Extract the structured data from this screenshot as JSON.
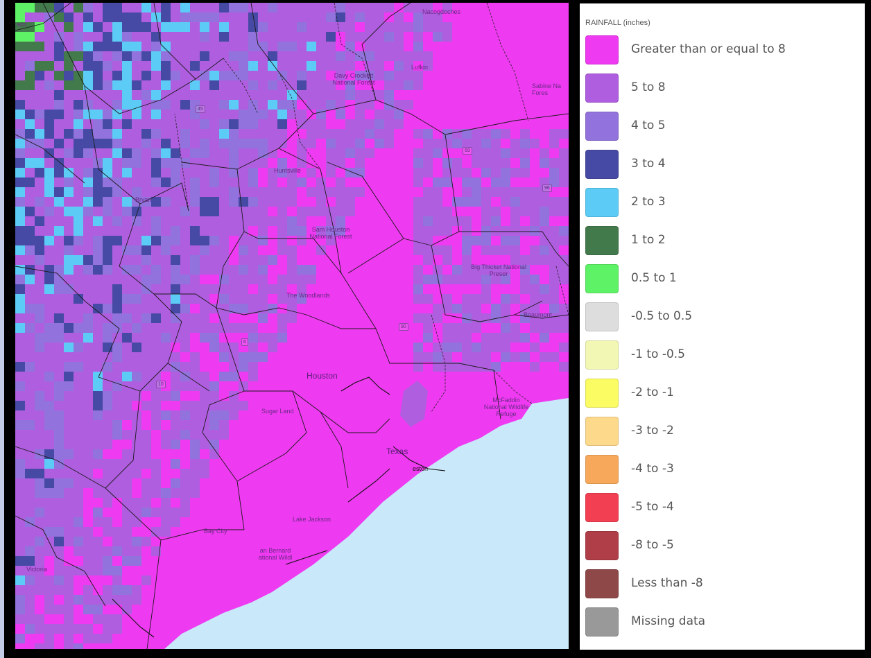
{
  "legend": {
    "title": "RAINFALL (inches)",
    "items": [
      {
        "label": "Greater than or equal to 8",
        "color": "#ee3af0"
      },
      {
        "label": "5 to 8",
        "color": "#b05ee0"
      },
      {
        "label": "4 to 5",
        "color": "#9272dc"
      },
      {
        "label": "3 to 4",
        "color": "#474aa4"
      },
      {
        "label": "2 to 3",
        "color": "#5cccf6"
      },
      {
        "label": "1 to 2",
        "color": "#437a4c"
      },
      {
        "label": "0.5 to 1",
        "color": "#5ef266"
      },
      {
        "label": "-0.5 to 0.5",
        "color": "#dddddd"
      },
      {
        "label": "-1 to -0.5",
        "color": "#f2f7b3"
      },
      {
        "label": "-2 to -1",
        "color": "#fbfb63"
      },
      {
        "label": "-3 to -2",
        "color": "#fdd98c"
      },
      {
        "label": "-4 to -3",
        "color": "#f7a85a"
      },
      {
        "label": "-5 to -4",
        "color": "#f23f51"
      },
      {
        "label": "-8 to -5",
        "color": "#b03e48"
      },
      {
        "label": "Less than -8",
        "color": "#8f4848"
      },
      {
        "label": "Missing data",
        "color": "#999999"
      }
    ]
  },
  "map": {
    "places": {
      "nacogdoches": "Nacogdoches",
      "lufkin": "Lufkin",
      "davy_crockett": "Davy Crockett National Forest",
      "sabine": "Sabine Na Fores",
      "huntsville": "Huntsville",
      "bryan": "Bryan",
      "sam_houston": "Sam Houston National Forest",
      "big_thicket": "Big Thicket National Preser",
      "woodlands": "The Woodlands",
      "beaumont": "Beaumont",
      "houston": "Houston",
      "sugar_land": "Sugar Land",
      "mcfaddin": "McFaddin National Wildlife Refuge",
      "texas": "Texas",
      "galveston": "eston",
      "lake_jackson": "Lake Jackson",
      "bay_city": "Bay City",
      "san_bernard": "an Bernard ational Wildl",
      "victoria": "Victoria",
      "waco": "aco"
    },
    "shields": {
      "i45": "45",
      "us69": "69",
      "us96": "96",
      "us90": "90",
      "sh6": "6",
      "i10": "10"
    }
  }
}
